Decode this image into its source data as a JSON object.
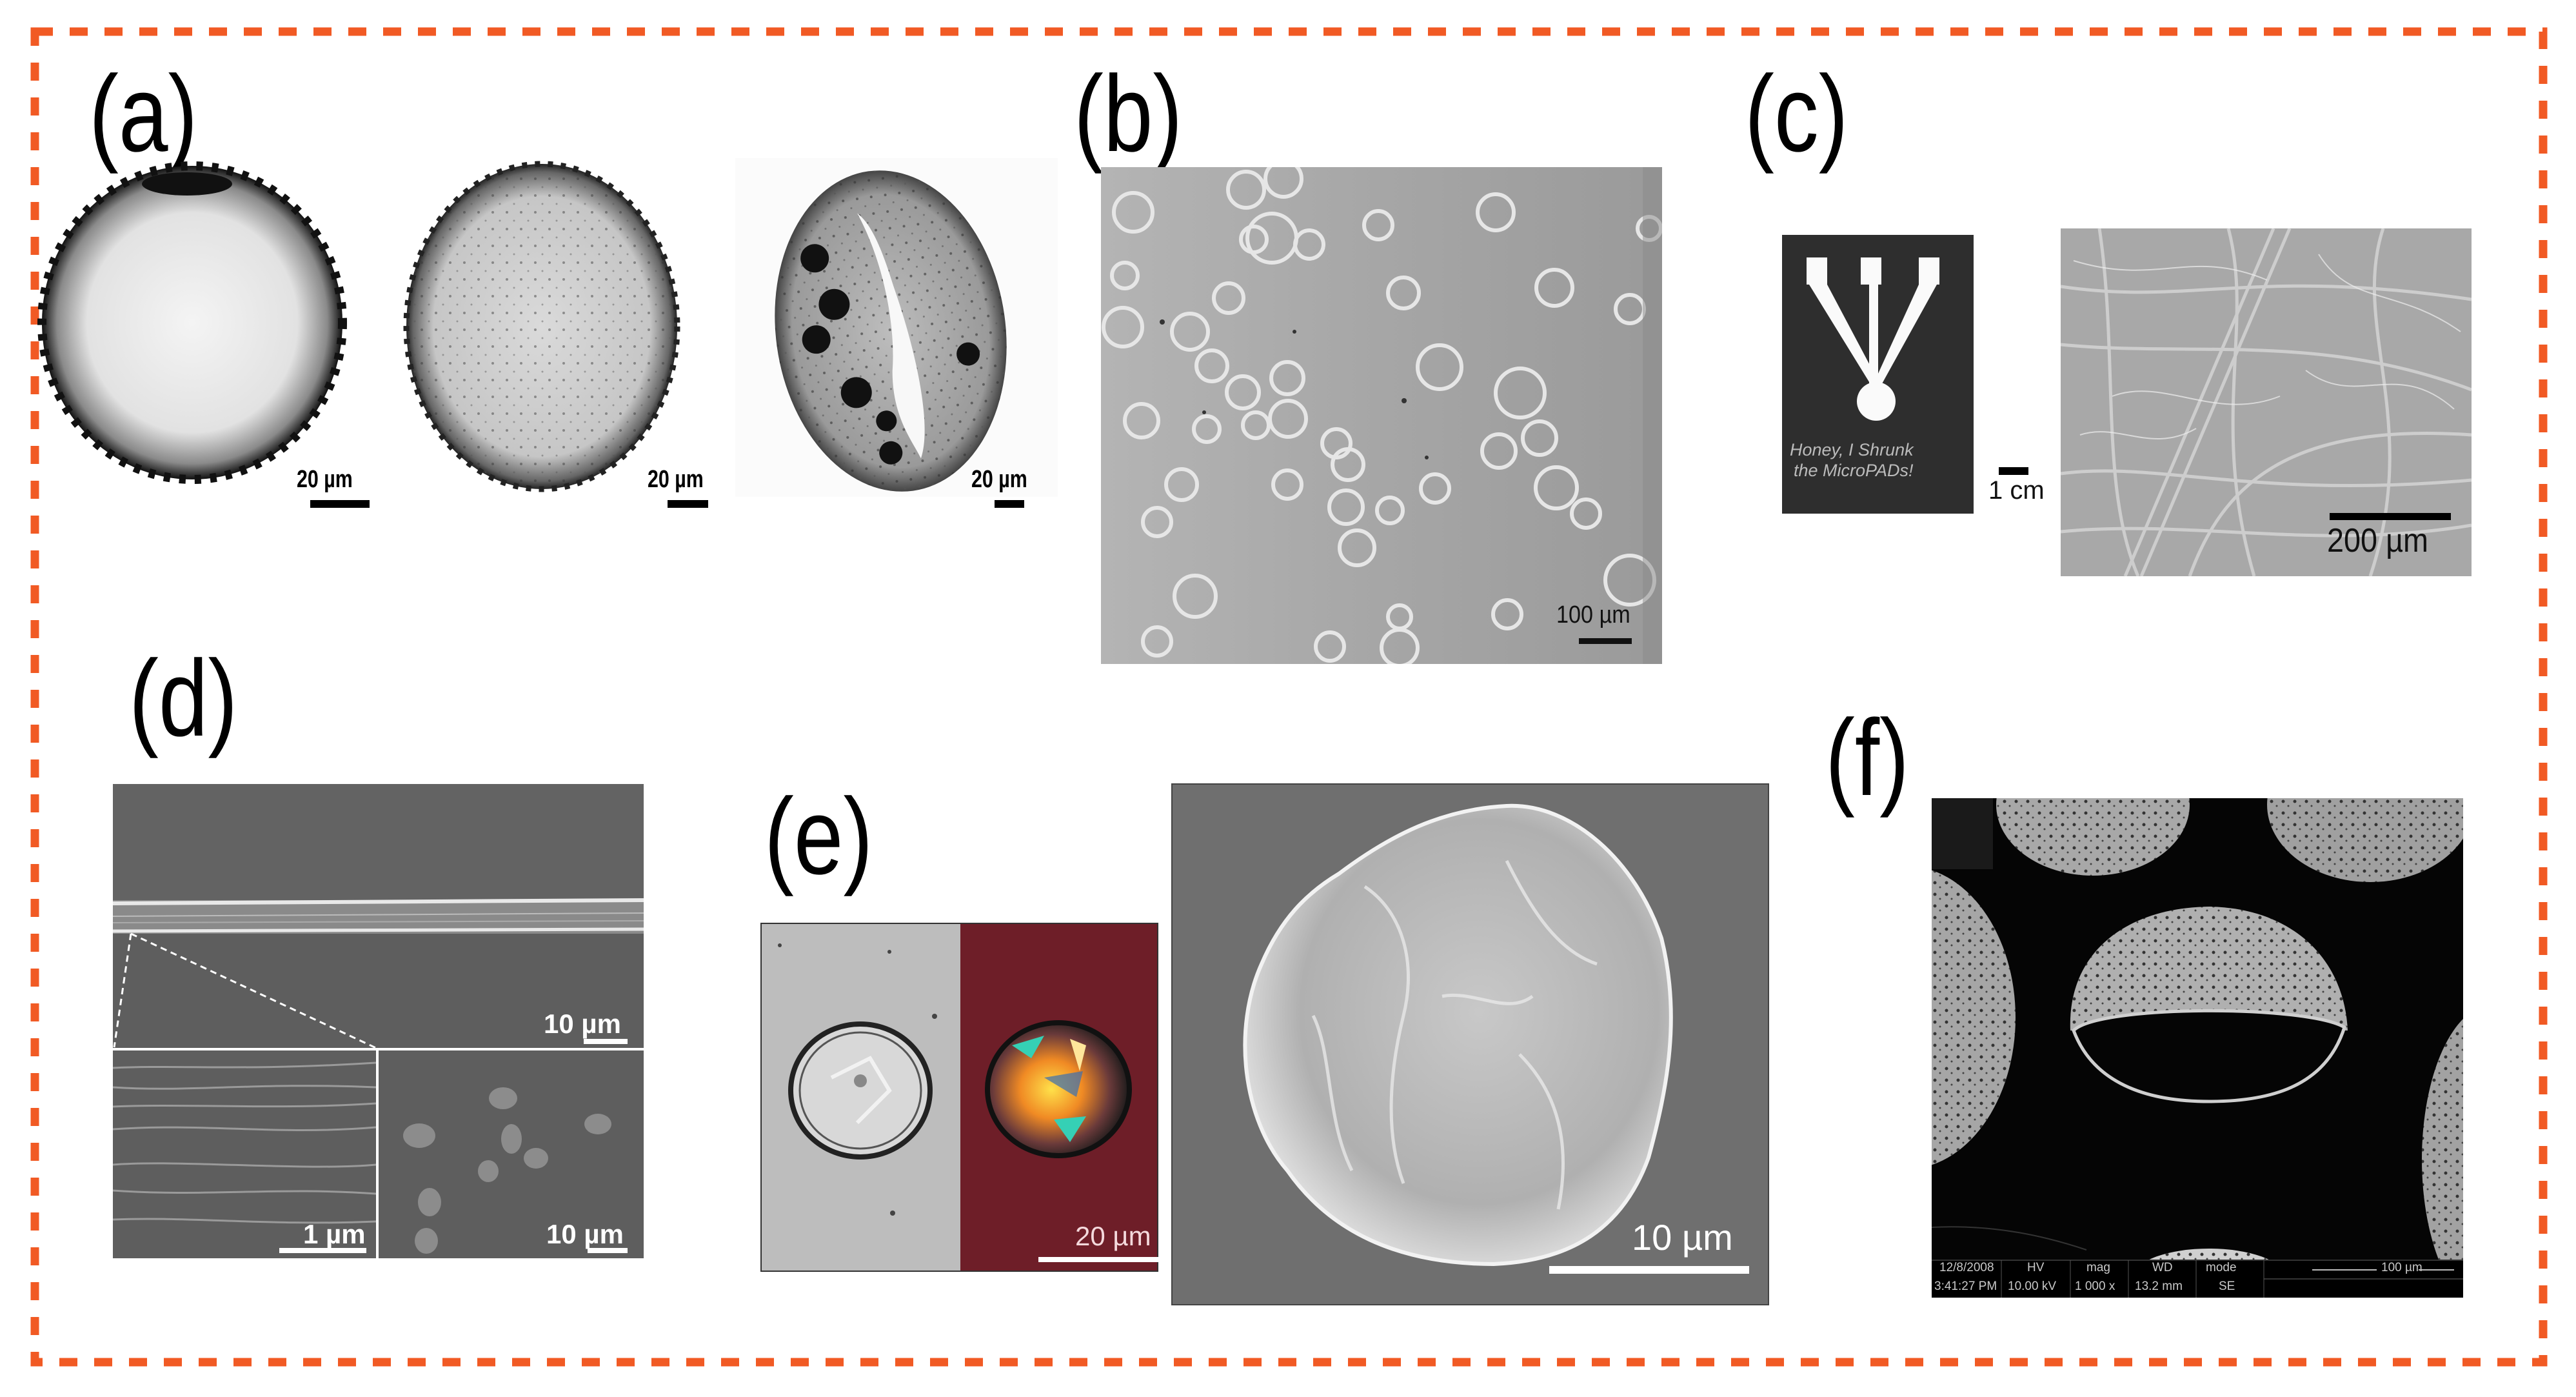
{
  "figure": {
    "border_color": "#F15A24",
    "panels": [
      {
        "id": "a",
        "label": "(a)",
        "images": [
          {
            "description": "micrograph-ellipse-1",
            "scale_bar": "20 µm"
          },
          {
            "description": "micrograph-ellipse-2",
            "scale_bar": "20 µm"
          },
          {
            "description": "micrograph-ellipse-3",
            "scale_bar": "20 µm"
          }
        ]
      },
      {
        "id": "b",
        "label": "(b)",
        "images": [
          {
            "description": "microscopy-droplets",
            "scale_bar": "100 µm"
          }
        ]
      },
      {
        "id": "c",
        "label": "(c)",
        "images": [
          {
            "description": "paper-device",
            "text_line_1": "Honey, I Shrunk",
            "text_line_2": "the MicroPADs!",
            "scale_bar": "1 cm"
          },
          {
            "description": "sem-paper-fibers",
            "scale_bar": "200 µm"
          }
        ]
      },
      {
        "id": "d",
        "label": "(d)",
        "images": [
          {
            "description": "sem-fiber-top",
            "scale_bar": "10 µm"
          },
          {
            "description": "sem-fiber-zoom",
            "scale_bar": "1 µm"
          },
          {
            "description": "sem-cells",
            "scale_bar": "10 µm"
          }
        ]
      },
      {
        "id": "e",
        "label": "(e)",
        "images": [
          {
            "description": "brightfield-and-polarized-particle",
            "scale_bar": "20 µm"
          },
          {
            "description": "sem-wrinkled-particle",
            "scale_bar": "10 µm"
          }
        ]
      },
      {
        "id": "f",
        "label": "(f)",
        "images": [
          {
            "description": "sem-porous-hemispheres",
            "databar": {
              "date": "12/8/2008",
              "time": "3:41:27 PM",
              "hv_label": "HV",
              "hv_value": "10.00 kV",
              "mag_label": "mag",
              "mag_value": "1 000 x",
              "wd_label": "WD",
              "wd_value": "13.2 mm",
              "mode_label": "mode",
              "mode_value": "SE",
              "scale_bar": "100 µm"
            }
          }
        ]
      }
    ]
  }
}
